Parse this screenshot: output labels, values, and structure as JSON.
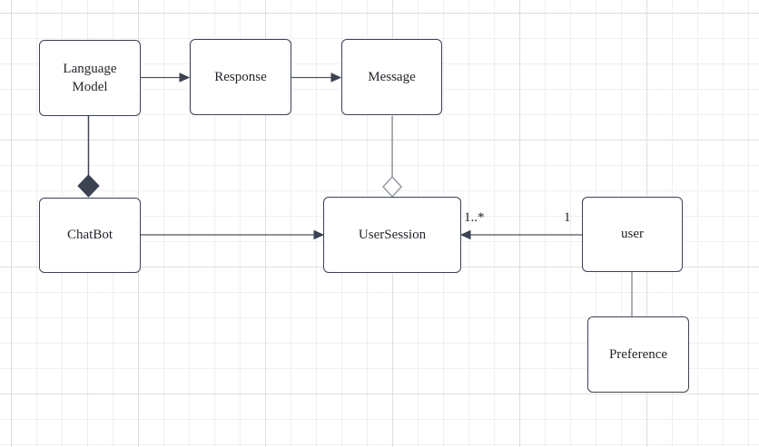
{
  "diagram": {
    "kind": "uml-class-diagram",
    "nodes": [
      {
        "id": "language-model",
        "label": "Language Model"
      },
      {
        "id": "response",
        "label": "Response"
      },
      {
        "id": "message",
        "label": "Message"
      },
      {
        "id": "chatbot",
        "label": "ChatBot"
      },
      {
        "id": "user-session",
        "label": "UserSession"
      },
      {
        "id": "user",
        "label": "user"
      },
      {
        "id": "preference",
        "label": "Preference"
      }
    ],
    "edges": [
      {
        "from": "Language Model",
        "to": "Response",
        "type": "directed-arrow"
      },
      {
        "from": "Response",
        "to": "Message",
        "type": "directed-arrow"
      },
      {
        "from": "Language Model",
        "to": "ChatBot",
        "type": "composition-filled-diamond"
      },
      {
        "from": "Message",
        "to": "UserSession",
        "type": "aggregation-hollow-diamond"
      },
      {
        "from": "ChatBot",
        "to": "UserSession",
        "type": "directed-arrow"
      },
      {
        "from": "user",
        "to": "UserSession",
        "type": "directed-arrow",
        "source_multiplicity": "1",
        "target_multiplicity": "1..*"
      },
      {
        "from": "user",
        "to": "Preference",
        "type": "plain-line"
      }
    ]
  },
  "colors": {
    "stroke-dark": "#3b4252",
    "stroke-light": "#9097a0",
    "edge-line": "#4d545e",
    "text-color": "#1f2328",
    "grid-minor": "#efefef",
    "grid-major": "#dedede"
  }
}
